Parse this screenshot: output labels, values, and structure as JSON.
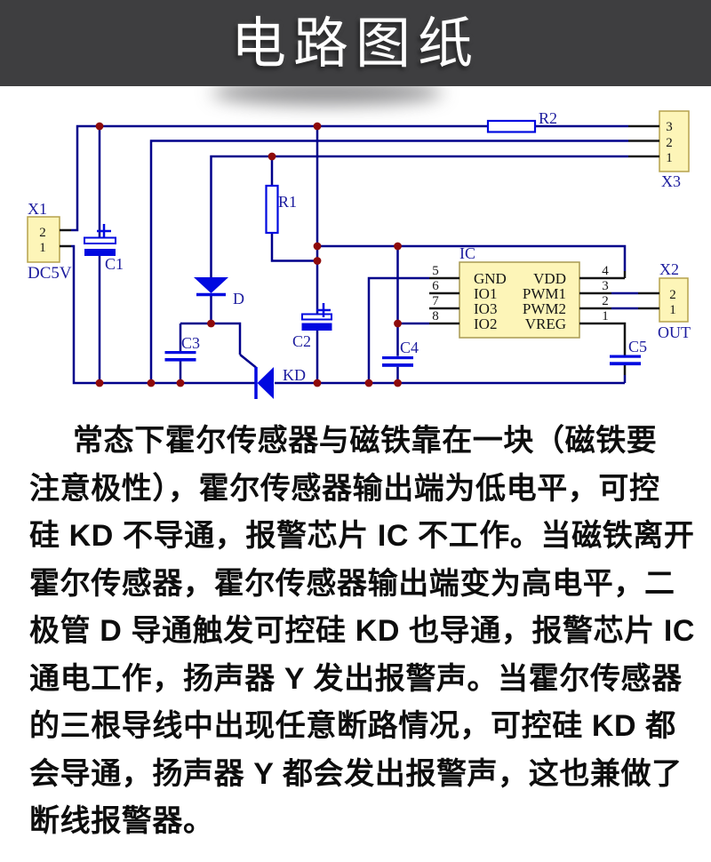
{
  "banner": {
    "title": "电路图纸",
    "bg_color": "#3e3e40",
    "text_color": "#ffffff"
  },
  "schematic": {
    "colors": {
      "wire": "#00008b",
      "component": "#0009e0",
      "junction_dot": "#8e0b0b",
      "box_fill": "#fdf5b8",
      "box_border": "#b5a24c",
      "label_text": "#1c1c9e",
      "pin_text": "#141414"
    },
    "x1": {
      "label": "X1",
      "sub_label": "DC5V",
      "pins": [
        "2",
        "1"
      ]
    },
    "x3": {
      "label": "X3",
      "pins": [
        "3",
        "2",
        "1"
      ]
    },
    "x2": {
      "label": "X2",
      "sub_label": "OUT",
      "pins": [
        "2",
        "1"
      ]
    },
    "ic": {
      "label": "IC",
      "left_pins": [
        {
          "num": "5",
          "name": "GND"
        },
        {
          "num": "6",
          "name": "IO1"
        },
        {
          "num": "7",
          "name": "IO3"
        },
        {
          "num": "8",
          "name": "IO2"
        }
      ],
      "right_pins": [
        {
          "num": "4",
          "name": "VDD"
        },
        {
          "num": "3",
          "name": "PWM1"
        },
        {
          "num": "2",
          "name": "PWM2"
        },
        {
          "num": "1",
          "name": "VREG"
        }
      ]
    },
    "components": {
      "r1": "R1",
      "r2": "R2",
      "c1": "C1",
      "c2": "C2",
      "c3": "C3",
      "c4": "C4",
      "c5": "C5",
      "d": "D",
      "kd": "KD"
    }
  },
  "description": {
    "lines": [
      "常态下霍尔传感器与磁铁靠在一块（磁铁要",
      "注意极性），霍尔传感器输出端为低电平，可控",
      "硅 KD 不导通，报警芯片 IC 不工作。当磁铁离开",
      "霍尔传感器，霍尔传感器输出端变为高电平，二",
      "极管 D 导通触发可控硅 KD 也导通，报警芯片 IC",
      "通电工作，扬声器 Y 发出报警声。当霍尔传感器",
      "的三根导线中出现任意断路情况，可控硅 KD 都",
      "会导通，扬声器 Y 都会发出报警声，这也兼做了",
      "断线报警器。"
    ]
  }
}
